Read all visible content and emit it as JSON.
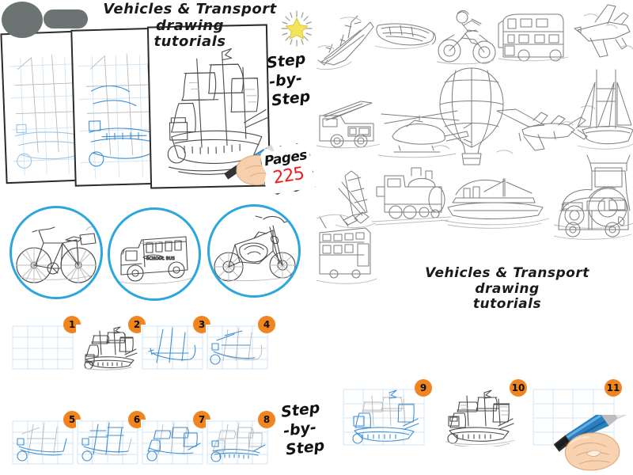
{
  "app": {
    "title_top": "Vehicles & Transport drawing tutorials",
    "title_top_line1": "Vehicles & Transport drawing",
    "title_top_line2": "tutorials",
    "title_bottom_line1": "Vehicles & Transport drawing",
    "title_bottom_line2": "tutorials",
    "step_by_step_line1": "Step",
    "step_by_step_line2": "-by-",
    "step_by_step_line3": "Step"
  },
  "badge": {
    "pages_label": "Pages",
    "pages_count": "225",
    "star_icon": "star-icon",
    "pages_label_color": "#111111",
    "pages_count_color": "#ee1d1d",
    "star_color": "#f5e35c"
  },
  "colors": {
    "accent_blue": "#2ba6de",
    "step_orange": "#f0851f",
    "sketch_gray": "#7d7d7d",
    "blob_gray": "#6b7373",
    "grid_blue": "#cfe4f5",
    "pencil_blue": "#2a7fc1",
    "skin": "#f6d0ad"
  },
  "overlays": [
    {
      "name": "redaction-circle",
      "shape": "circle"
    },
    {
      "name": "redaction-pill",
      "shape": "rounded-rect"
    }
  ],
  "hero_sheets": [
    {
      "name": "tutorial-page-1",
      "stage": "grid + rough hull outline",
      "label": ""
    },
    {
      "name": "tutorial-page-2",
      "stage": "blue construction lines on hull",
      "label": ""
    },
    {
      "name": "tutorial-page-3",
      "stage": "finished galleon sketch",
      "label": ""
    }
  ],
  "circle_cards": [
    {
      "name": "bicycle",
      "label": "Bicycle"
    },
    {
      "name": "school-bus",
      "label": "SCHOOL BUS"
    },
    {
      "name": "chopper-motorcycle",
      "label": "Chopper Motorcycle"
    }
  ],
  "vehicle_gallery": {
    "row1": [
      "battleship",
      "rowing-boat",
      "dirt-bike-rider",
      "double-decker-bus",
      "jet-fighter"
    ],
    "row2": [
      "fire-truck",
      "helicopter",
      "hot-air-balloon",
      "propeller-airplane",
      "sailing-schooner"
    ],
    "row3": [
      "rocket-launcher",
      "steam-locomotive",
      "ocean-liner",
      "tractor",
      "camper-van"
    ],
    "row4": [
      "tram"
    ]
  },
  "steps": [
    {
      "number": "1",
      "caption": "empty grid"
    },
    {
      "number": "2",
      "caption": "reference ship"
    },
    {
      "number": "3",
      "caption": "hull construction lines"
    },
    {
      "number": "4",
      "caption": "mast lines"
    },
    {
      "number": "5",
      "caption": "bowsprit and deck"
    },
    {
      "number": "6",
      "caption": "masts and yards"
    },
    {
      "number": "7",
      "caption": "sails blocked in"
    },
    {
      "number": "8",
      "caption": "hull detail"
    },
    {
      "number": "9",
      "caption": "full blue lineart"
    },
    {
      "number": "10",
      "caption": "finished shaded drawing"
    },
    {
      "number": "11",
      "caption": "blank grid ready to draw"
    }
  ],
  "hand_tool": {
    "name": "hand-with-pencil",
    "pencil_color": "#2a7fc1"
  }
}
